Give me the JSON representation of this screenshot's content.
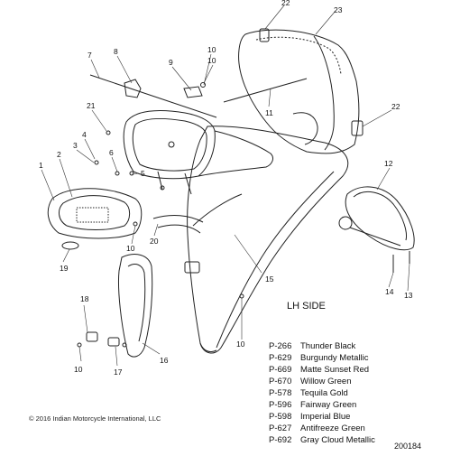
{
  "side_label": "LH SIDE",
  "callouts": [
    "1",
    "2",
    "3",
    "4",
    "5",
    "6",
    "7",
    "8",
    "9",
    "10",
    "10",
    "10",
    "10",
    "10",
    "11",
    "12",
    "13",
    "14",
    "15",
    "16",
    "17",
    "18",
    "19",
    "20",
    "21",
    "22",
    "22",
    "23"
  ],
  "color_legend": [
    {
      "code": "P-266",
      "name": "Thunder Black"
    },
    {
      "code": "P-629",
      "name": "Burgundy Metallic"
    },
    {
      "code": "P-669",
      "name": "Matte Sunset Red"
    },
    {
      "code": "P-670",
      "name": "Willow Green"
    },
    {
      "code": "P-578",
      "name": "Tequila Gold"
    },
    {
      "code": "P-596",
      "name": "Fairway Green"
    },
    {
      "code": "P-598",
      "name": "Imperial Blue"
    },
    {
      "code": "P-627",
      "name": "Antifreeze Green"
    },
    {
      "code": "P-692",
      "name": "Gray Cloud Metallic"
    }
  ],
  "copyright": "© 2016 Indian Motorcycle International, LLC",
  "diagram_number": "200184"
}
